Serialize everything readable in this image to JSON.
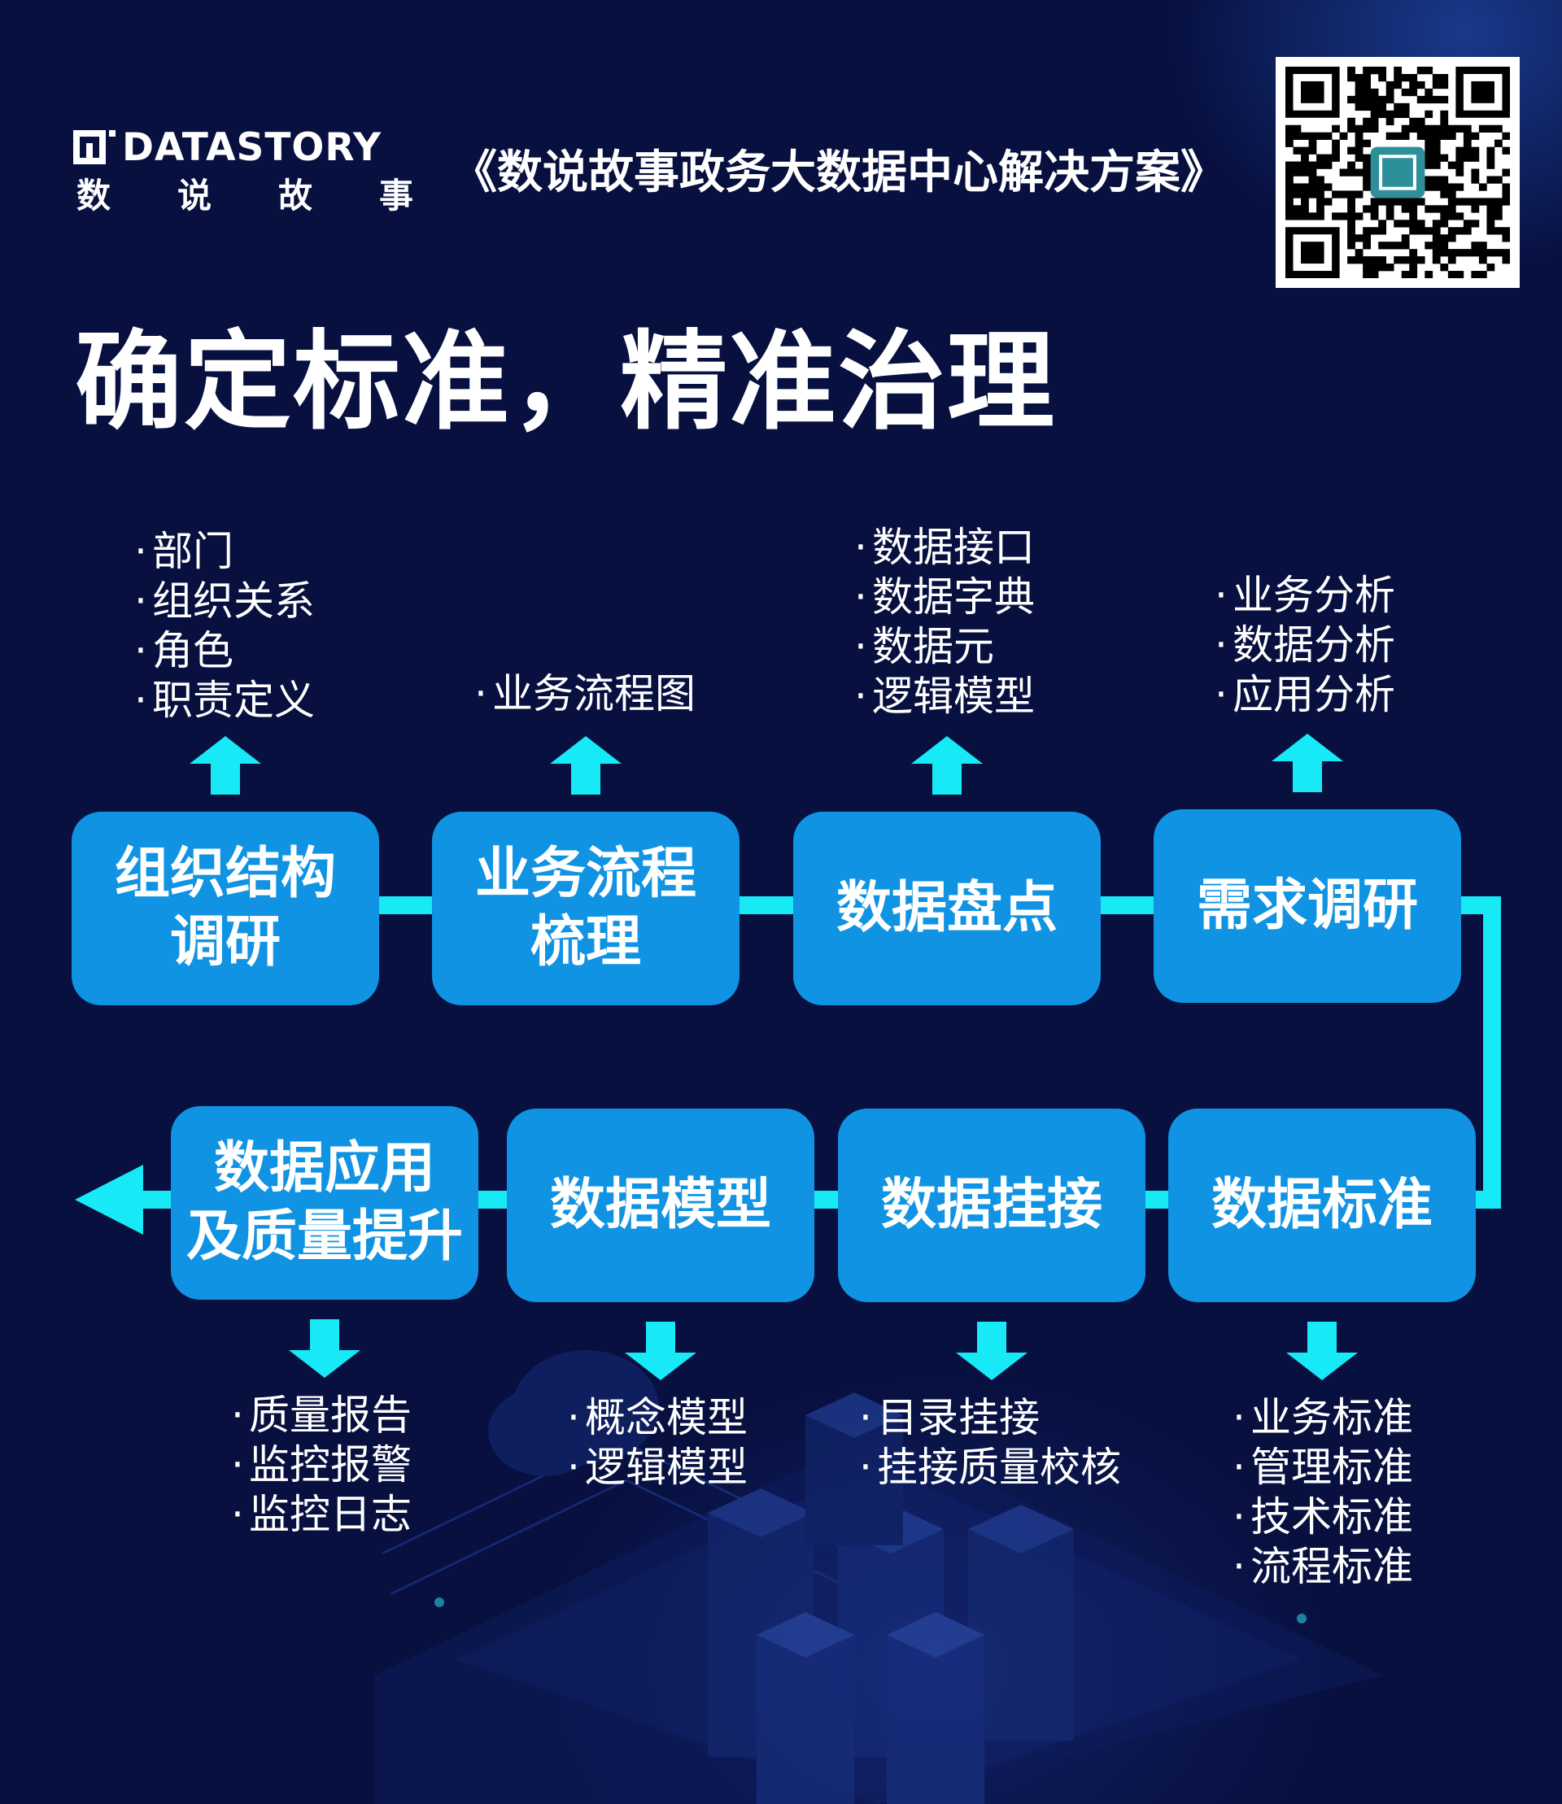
{
  "header": {
    "logo_word": "DATASTORY",
    "logo_cn": [
      "数",
      "说",
      "故",
      "事"
    ],
    "doc_title": "《数说故事政务大数据中心解决方案》"
  },
  "main_title": "确定标准，精准治理",
  "colors": {
    "background": "#07103f",
    "box": "#1093e2",
    "connector": "#17e9f7"
  },
  "flow": {
    "top_row": [
      {
        "label": "组织结构\n调研",
        "items": [
          "部门",
          "组织关系",
          "角色",
          "职责定义"
        ]
      },
      {
        "label": "业务流程\n梳理",
        "items": [
          "业务流程图"
        ]
      },
      {
        "label": "数据盘点",
        "items": [
          "数据接口",
          "数据字典",
          "数据元",
          "逻辑模型"
        ]
      },
      {
        "label": "需求调研",
        "items": [
          "业务分析",
          "数据分析",
          "应用分析"
        ]
      }
    ],
    "bottom_row": [
      {
        "label": "数据应用\n及质量提升",
        "items": [
          "质量报告",
          "监控报警",
          "监控日志"
        ]
      },
      {
        "label": "数据模型",
        "items": [
          "概念模型",
          "逻辑模型"
        ]
      },
      {
        "label": "数据挂接",
        "items": [
          "目录挂接",
          "挂接质量校核"
        ]
      },
      {
        "label": "数据标准",
        "items": [
          "业务标准",
          "管理标准",
          "技术标准",
          "流程标准"
        ]
      }
    ]
  },
  "bullet_char": "·"
}
